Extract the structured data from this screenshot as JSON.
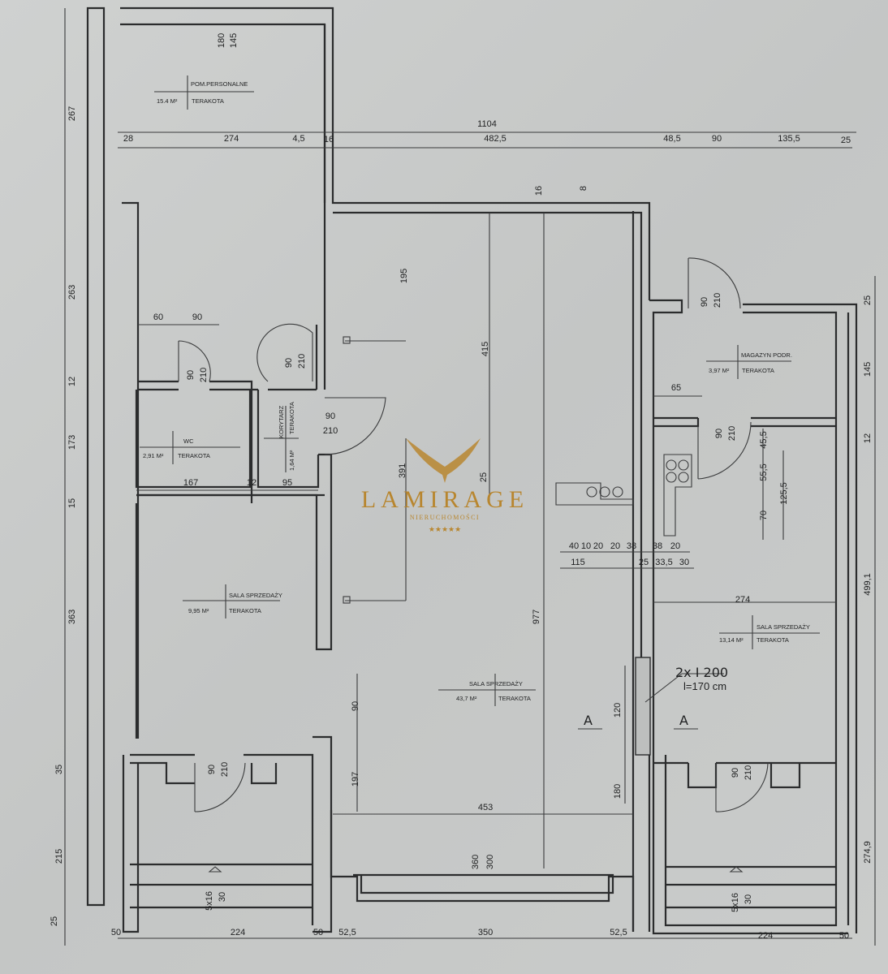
{
  "rooms": {
    "staff": {
      "name": "POM.PERSONALNE",
      "area": "15.4 M²",
      "floor": "TERAKOTA"
    },
    "wc": {
      "name": "WC",
      "area": "2,91 M²",
      "floor": "TERAKOTA"
    },
    "corridor": {
      "name": "KORYTARZ",
      "area": "1,64 M²",
      "floor": "TERAKOTA"
    },
    "sales_left": {
      "name": "SALA SPRZEDAŻY",
      "area": "9,95 M²",
      "floor": "TERAKOTA"
    },
    "sales_main": {
      "name": "SALA SPRZEDAŻY",
      "area": "43,7 M²",
      "floor": "TERAKOTA"
    },
    "storage": {
      "name": "MAGAZYN PODR.",
      "area": "3,97 M²",
      "floor": "TERAKOTA"
    },
    "sales_right": {
      "name": "SALA SPRZEDAŻY",
      "area": "13,14 M²",
      "floor": "TERAKOTA"
    }
  },
  "beam": {
    "line1": "2x I 200",
    "line2": "l=170 cm"
  },
  "section_marks": [
    "A",
    "A"
  ],
  "logo": {
    "name": "LAMIRAGE",
    "sub": "NIERUCHOMOŚCI",
    "stars": "★★★★★",
    "color": "#b8862f"
  },
  "dims": {
    "top": [
      "1104",
      "28",
      "274",
      "4,5",
      "16",
      "482,5",
      "48,5",
      "90",
      "135,5",
      "25"
    ],
    "staff": [
      "180",
      "145"
    ],
    "left": [
      "267",
      "263",
      "12",
      "173",
      "15",
      "363",
      "35",
      "215",
      "25"
    ],
    "inner": [
      "60",
      "90",
      "90",
      "210",
      "90",
      "210",
      "90",
      "210",
      "167",
      "12",
      "95"
    ],
    "main": [
      "195",
      "415",
      "16",
      "8",
      "391",
      "25",
      "977",
      "90",
      "197",
      "120",
      "180",
      "453",
      "360",
      "300"
    ],
    "bottom": [
      "50",
      "224",
      "50",
      "52,5",
      "350",
      "52,5",
      "224",
      "50"
    ],
    "doors_bottom": [
      "90",
      "210",
      "5x16",
      "30",
      "90",
      "210",
      "5x16",
      "30"
    ],
    "right": [
      "25",
      "145",
      "12",
      "499,1",
      "274,9"
    ],
    "storage": [
      "90",
      "210",
      "65",
      "90",
      "210",
      "45,5",
      "55,5",
      "125,5",
      "70"
    ],
    "counter": [
      "40",
      "10",
      "20",
      "20",
      "38",
      "38",
      "20",
      "115",
      "25",
      "33,5",
      "30",
      "274"
    ]
  }
}
